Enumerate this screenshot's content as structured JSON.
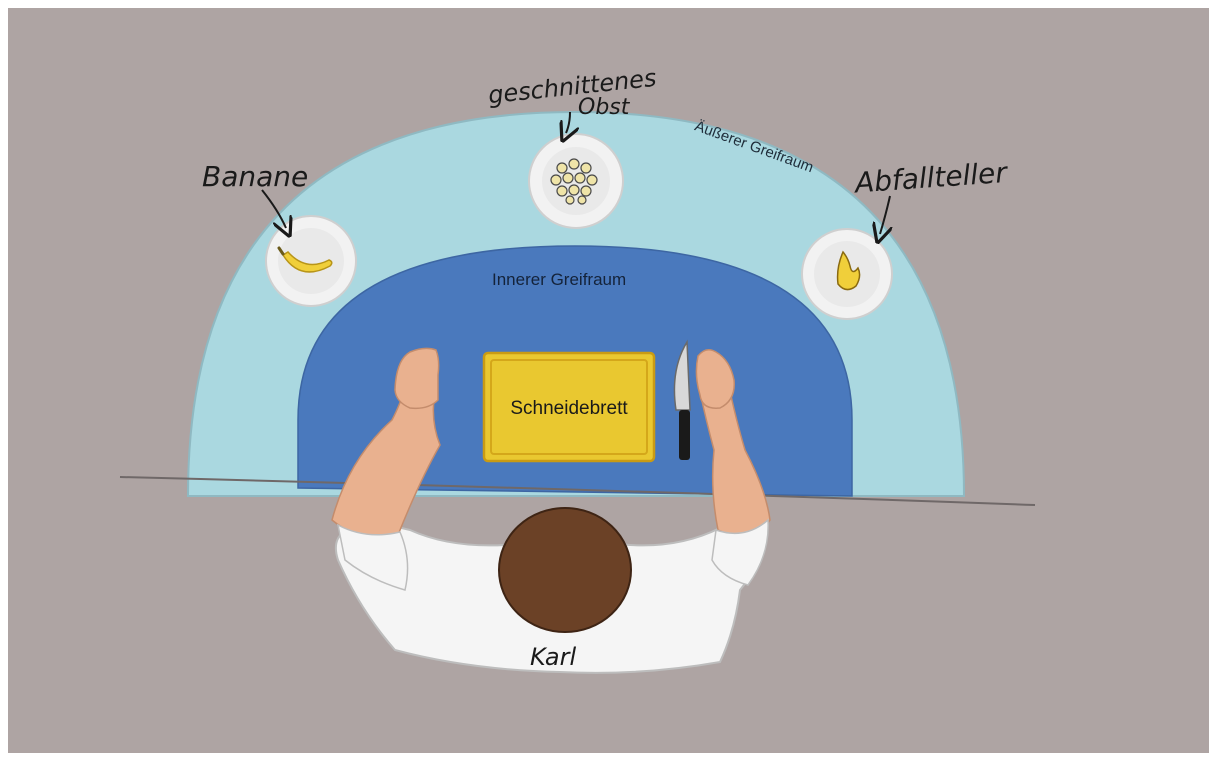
{
  "labels": {
    "banana": "Banane",
    "cut_fruit_line1": "geschnittenes",
    "cut_fruit_line2": "Obst",
    "waste_plate": "Abfallteller",
    "outer_zone": "Äußerer Greifraum",
    "inner_zone": "Innerer Greifraum",
    "cutting_board": "Schneidebrett",
    "person": "Karl"
  },
  "colors": {
    "background": "#aea4a3",
    "outer_zone": "#aad8e0",
    "inner_zone": "#4a79bd",
    "cutting_board": "#e9c830",
    "cutting_board_border": "#c99b14",
    "plate": "#f2f2f2",
    "banana": "#f0cf3a",
    "shirt": "#f5f5f5",
    "skin": "#e9b18f",
    "hair": "#6b4126"
  }
}
